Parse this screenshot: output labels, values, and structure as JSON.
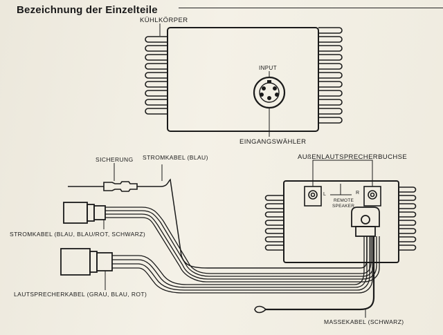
{
  "title": "Bezeichnung der Einzelteile",
  "labels": {
    "heatsink": "KÜHLKÖRPER",
    "input": "INPUT",
    "input_selector": "EINGANGSWÄHLER",
    "fuse": "SICHERUNG",
    "power_cable_blue": "STROMKABEL (BLAU)",
    "ext_speaker_jack": "AUßENLAUTSPRECHERBUCHSE",
    "power_cable_multi": "STROMKABEL (BLAU, BLAU/ROT, SCHWARZ)",
    "speaker_cable": "LAUTSPRECHERKABEL (GRAU, BLAU, ROT)",
    "ground_cable": "MASSEKABEL (SCHWARZ)",
    "jack_l": "L",
    "jack_r": "R",
    "remote": "REMOTE",
    "speaker": "SPEAKER"
  }
}
